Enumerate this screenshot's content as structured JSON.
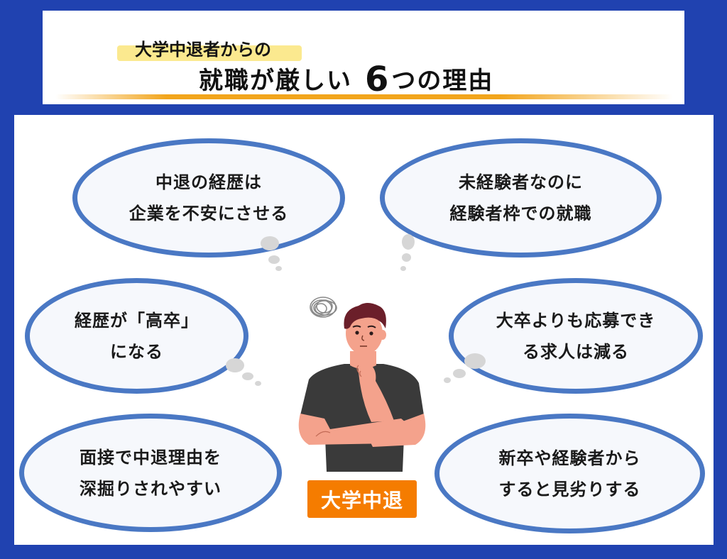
{
  "header": {
    "subtitle": "大学中退者からの",
    "title_prefix": "就職が厳しい",
    "title_number": "6",
    "title_suffix": "つの理由"
  },
  "reasons": [
    {
      "line1": "中退の経歴は",
      "line2": "企業を不安にさせる"
    },
    {
      "line1": "未経験者なのに",
      "line2": "経験者枠での就職"
    },
    {
      "line1": "経歴が「高卒」",
      "line2": "になる"
    },
    {
      "line1": "大卒よりも応募でき",
      "line2": "る求人は減る"
    },
    {
      "line1": "面接で中退理由を",
      "line2": "深掘りされやすい"
    },
    {
      "line1": "新卒や経験者から",
      "line2": "すると見劣りする"
    }
  ],
  "center": {
    "label": "大学中退",
    "illustration": "thinking-man-icon"
  },
  "colors": {
    "background_blue": "#2042b0",
    "bubble_border": "#4a78c4",
    "highlight_yellow": "#fbe98f",
    "underline_orange": "#f2a51c",
    "badge_orange": "#f57c00",
    "shirt": "#3a3a3a",
    "skin": "#f4a28c",
    "hair": "#6b1f2a"
  }
}
